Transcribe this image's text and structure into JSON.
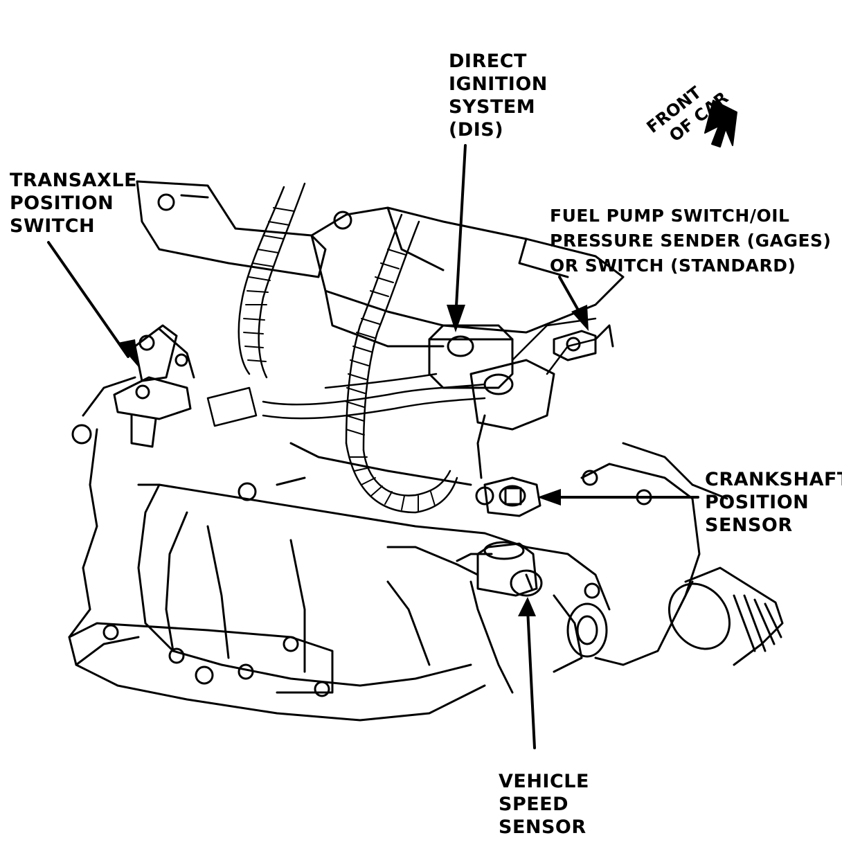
{
  "labels": {
    "dis": [
      "DIRECT",
      "IGNITION",
      "SYSTEM",
      "(DIS)"
    ],
    "transaxle": [
      "TRANSAXLE",
      "POSITION",
      "SWITCH"
    ],
    "fuel_pump": [
      "FUEL PUMP SWITCH/OIL",
      "PRESSURE SENDER (GAGES)",
      "OR   SWITCH (STANDARD)"
    ],
    "crankshaft": [
      "CRANKSHAFT",
      "POSITION",
      "SENSOR"
    ],
    "vss": [
      "VEHICLE",
      "SPEED",
      "SENSOR"
    ],
    "front": [
      "FRONT",
      "OF CAR"
    ]
  },
  "colors": {
    "ink": "#000000",
    "paper": "#ffffff"
  }
}
